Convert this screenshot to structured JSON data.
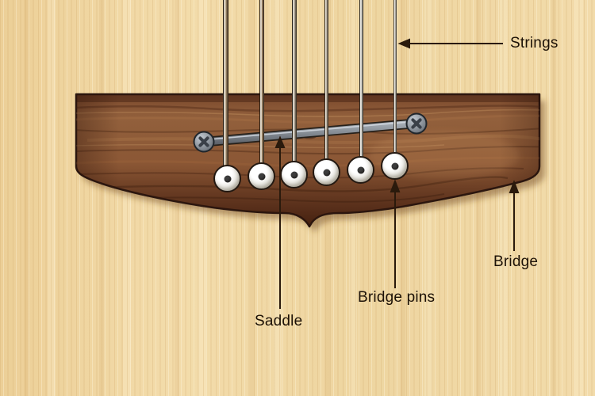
{
  "diagram": {
    "subject": "Acoustic guitar bridge anatomy",
    "labels": {
      "strings": {
        "text": "Strings"
      },
      "saddle": {
        "text": "Saddle"
      },
      "bridge_pins": {
        "text": "Bridge pins"
      },
      "bridge": {
        "text": "Bridge"
      }
    },
    "parts": {
      "strings_count": 6,
      "bridge_pins_count": 6,
      "saddle_screws_count": 2
    },
    "colors": {
      "soundboard_wood": "#f1d9a6",
      "bridge_wood": "#8a5836",
      "bridge_outline": "#2b1710",
      "saddle_metal": "#868d95",
      "bridge_pin_white": "#f3f2ee",
      "label_text": "#1c1106",
      "leader_line": "#2a1a0c"
    }
  }
}
